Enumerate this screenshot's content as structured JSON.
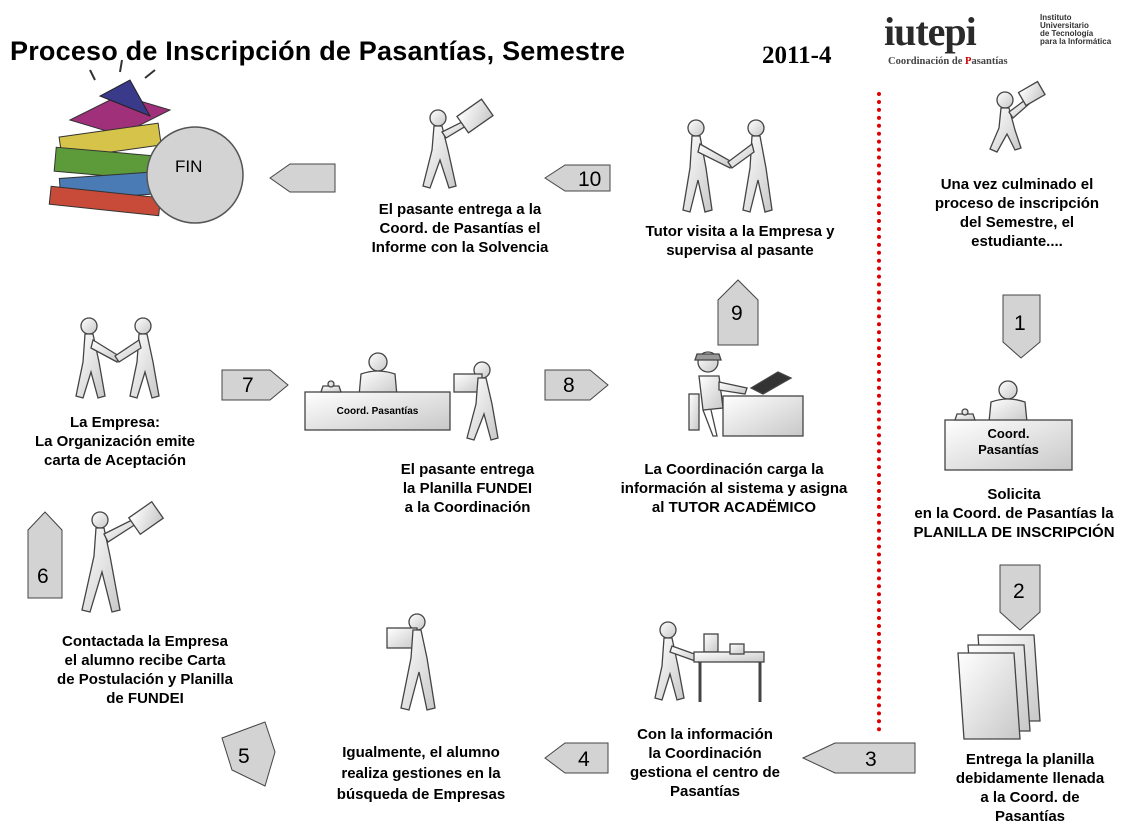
{
  "header": {
    "title": "Proceso de Inscripción de Pasantías, Semestre",
    "year": "2011-4"
  },
  "logo": {
    "name": "iutepi",
    "lines": [
      "Instituto",
      "Universitario",
      "de Tecnología",
      "para la Informática"
    ],
    "subtitle_prefix": "Coordinación de ",
    "subtitle_letter": "P",
    "subtitle_suffix": "asantías"
  },
  "fin_label": "FIN",
  "desk_labels": {
    "middle": "Coord. Pasantías",
    "right_1": "Coord.",
    "right_2": "Pasantías"
  },
  "steps": [
    {
      "n": "1"
    },
    {
      "n": "2"
    },
    {
      "n": "3"
    },
    {
      "n": "4"
    },
    {
      "n": "5"
    },
    {
      "n": "6"
    },
    {
      "n": "7"
    },
    {
      "n": "8"
    },
    {
      "n": "9"
    },
    {
      "n": "10"
    }
  ],
  "captions": {
    "start": [
      "Una vez culminado el",
      "proceso de inscripción",
      "del Semestre, el",
      "estudiante...."
    ],
    "solicita": [
      "Solicita",
      "en la Coord. de Pasantías la",
      "PLANILLA DE INSCRIPCIÓN"
    ],
    "entrega_planilla": [
      "Entrega la planilla",
      "debidamente llenada",
      "a la Coord. de",
      "Pasantías"
    ],
    "coord_gestiona": [
      "Con la información",
      "la Coordinación",
      "gestiona el centro de",
      "Pasantías"
    ],
    "alumno_gestiones": [
      "Igualmente, el alumno",
      "realiza gestiones en la",
      "búsqueda de Empresas"
    ],
    "contactada": [
      "Contactada la Empresa",
      "el alumno recibe Carta",
      "de Postulación y Planilla",
      "de FUNDEI"
    ],
    "empresa": [
      "La Empresa:",
      "La Organización emite",
      "carta de Aceptación"
    ],
    "pasante_fundei": [
      "El pasante entrega",
      "la  Planilla FUNDEI",
      "a la Coordinación"
    ],
    "coord_carga": [
      "La  Coordinación carga la",
      "información al sistema y asigna",
      "al TUTOR ACADËMICO"
    ],
    "tutor": [
      "Tutor visita a la Empresa y",
      "supervisa al pasante"
    ],
    "informe": [
      "El pasante entrega a la",
      "Coord. de Pasantías el",
      "Informe con la Solvencia"
    ]
  }
}
